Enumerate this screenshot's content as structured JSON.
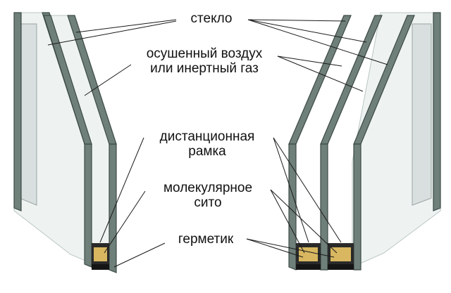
{
  "labels": {
    "glass": "стекло",
    "gas": "осушенный воздух\nили инертный газ",
    "spacer": "дистанционная\nрамка",
    "sieve": "молекулярное\nсито",
    "sealant": "герметик"
  },
  "colors": {
    "glass_edge": "#6f7f7a",
    "desiccant": "#d8b760",
    "sealant": "#151515",
    "pane_tint": "#eef3f2"
  }
}
